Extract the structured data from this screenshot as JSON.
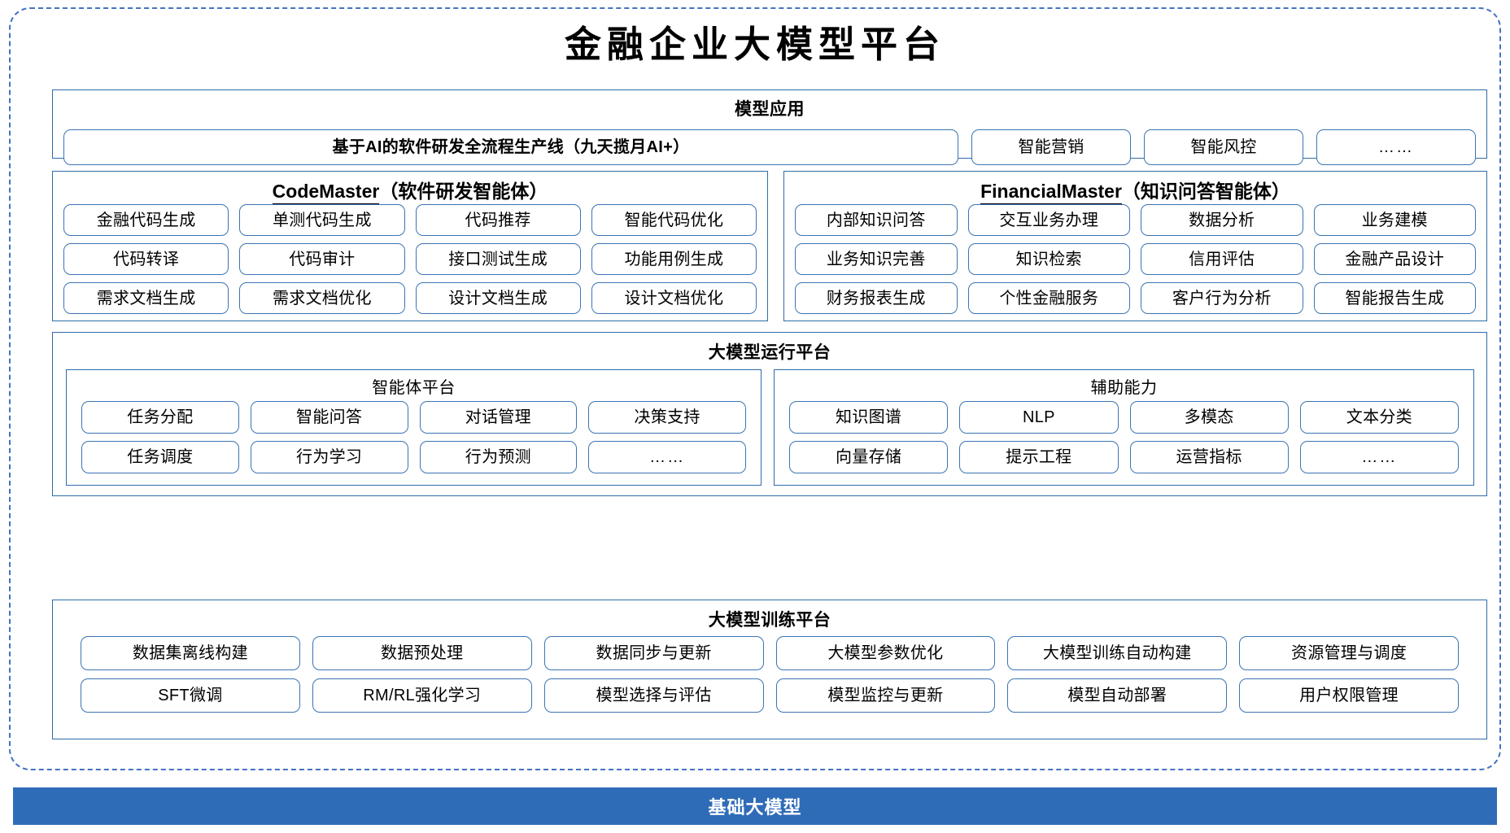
{
  "title": "金融企业大模型平台",
  "colors": {
    "accent_blue": "#2F6CB8",
    "border_blue": "#2E6DA9",
    "pill_border": "#3B74B4",
    "dashed_border": "#4472C4",
    "spellcheck_red": "#e03131"
  },
  "application_layer": {
    "title": "模型应用",
    "items": [
      "基于AI的软件研发全流程生产线（九天揽月AI+）",
      "智能营销",
      "智能风控",
      "……"
    ]
  },
  "code_master": {
    "name_en": "CodeMaster",
    "name_cn": "（软件研发智能体）",
    "items": [
      "金融代码生成",
      "单测代码生成",
      "代码推荐",
      "智能代码优化",
      "代码转译",
      "代码审计",
      "接口测试生成",
      "功能用例生成",
      "需求文档生成",
      "需求文档优化",
      "设计文档生成",
      "设计文档优化"
    ]
  },
  "financial_master": {
    "name_en": "FinancialMaster",
    "name_cn": "（知识问答智能体）",
    "items": [
      "内部知识问答",
      "交互业务办理",
      "数据分析",
      "业务建模",
      "业务知识完善",
      "知识检索",
      "信用评估",
      "金融产品设计",
      "财务报表生成",
      "个性金融服务",
      "客户行为分析",
      "智能报告生成"
    ]
  },
  "runtime_platform": {
    "title": "大模型运行平台",
    "agent_platform": {
      "title": "智能体平台",
      "items": [
        "任务分配",
        "智能问答",
        "对话管理",
        "决策支持",
        "任务调度",
        "行为学习",
        "行为预测",
        "……"
      ]
    },
    "auxiliary": {
      "title": "辅助能力",
      "items": [
        "知识图谱",
        "NLP",
        "多模态",
        "文本分类",
        "向量存储",
        "提示工程",
        "运营指标",
        "……"
      ]
    }
  },
  "training_platform": {
    "title": "大模型训练平台",
    "items": [
      "数据集离线构建",
      "数据预处理",
      "数据同步与更新",
      "大模型参数优化",
      "大模型训练自动构建",
      "资源管理与调度",
      "SFT微调",
      "RM/RL强化学习",
      "模型选择与评估",
      "模型监控与更新",
      "模型自动部署",
      "用户权限管理"
    ]
  },
  "base_model_bar": {
    "label": "基础大模型"
  }
}
